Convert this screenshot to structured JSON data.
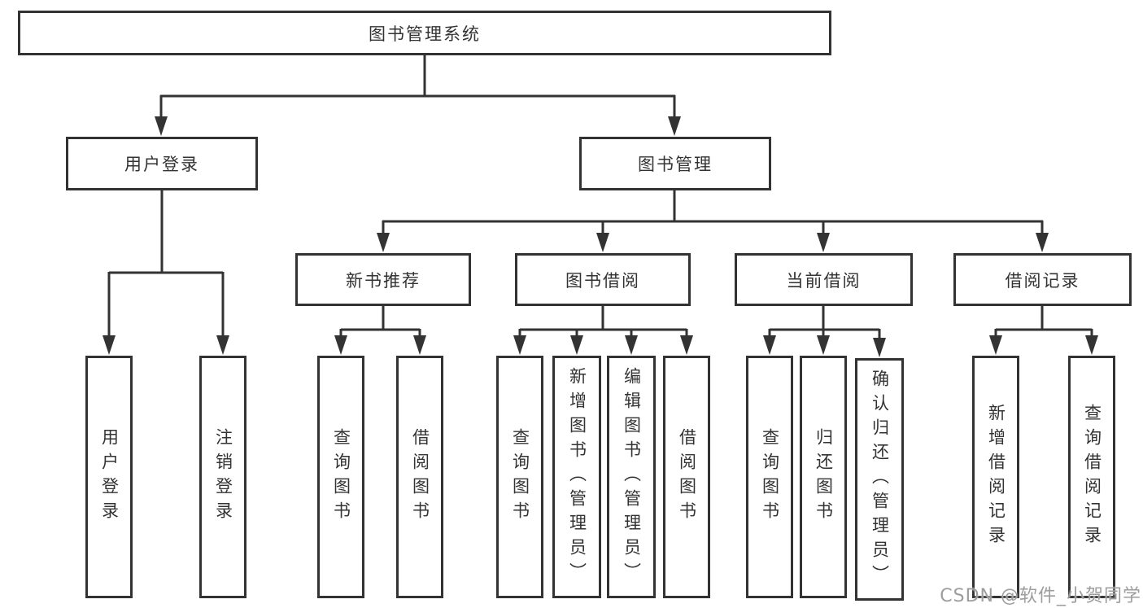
{
  "diagram_type": "hierarchy-tree",
  "tree": {
    "label": "图书管理系统",
    "children": [
      {
        "label": "用户登录",
        "children": [
          {
            "label": "用户登录"
          },
          {
            "label": "注销登录"
          }
        ]
      },
      {
        "label": "图书管理",
        "children": [
          {
            "label": "新书推荐",
            "children": [
              {
                "label": "查询图书"
              },
              {
                "label": "借阅图书"
              }
            ]
          },
          {
            "label": "图书借阅",
            "children": [
              {
                "label": "查询图书"
              },
              {
                "label": "新增图书（管理员）"
              },
              {
                "label": "编辑图书（管理员）"
              },
              {
                "label": "借阅图书"
              }
            ]
          },
          {
            "label": "当前借阅",
            "children": [
              {
                "label": "查询图书"
              },
              {
                "label": "归还图书"
              },
              {
                "label": "确认归还（管理员）"
              }
            ]
          },
          {
            "label": "借阅记录",
            "children": [
              {
                "label": "新增借阅记录"
              },
              {
                "label": "查询借阅记录"
              }
            ]
          }
        ]
      }
    ]
  },
  "watermark": {
    "text": "CSDN @软件_小贺同学"
  },
  "colors": {
    "line": "#333333",
    "box_border": "#333333",
    "text": "#333333",
    "watermark": "#9d9d9d",
    "background": "#ffffff"
  }
}
